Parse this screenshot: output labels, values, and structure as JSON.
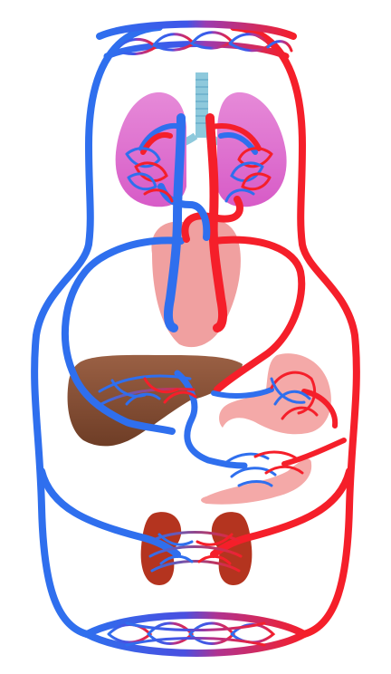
{
  "diagram": {
    "kind": "circulatory system illustration",
    "labels": []
  },
  "colors": {
    "deoxygenated": "#2f6fee",
    "oxygenated": "#f51f2a",
    "lung": "#e06fd0",
    "heart": "#f0a0a0",
    "liver": "#8a5236",
    "stomach": "#f4a9a8",
    "intestine": "#f4a9a8",
    "kidney": "#b4341f",
    "trachea": "#8ec9dc",
    "background": "#ffffff"
  },
  "organs": [
    "trachea",
    "lungs",
    "heart",
    "liver",
    "stomach",
    "intestine",
    "kidneys"
  ],
  "capillary_beds": [
    "upper-body",
    "lungs",
    "digestive-tract",
    "kidneys",
    "lower-body"
  ]
}
